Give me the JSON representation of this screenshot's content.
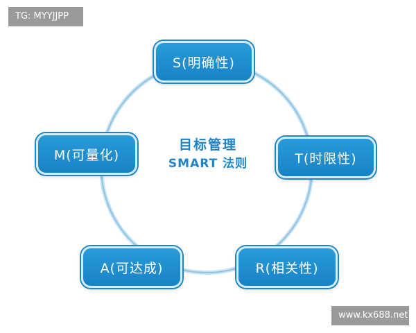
{
  "watermark_top": "TG: MYYJJPP",
  "watermark_bottom": "www.kx688.net",
  "center": {
    "title": "目标管理",
    "subtitle": "SMART 法则"
  },
  "nodes": {
    "s": "S(明确性)",
    "t": "T(时限性)",
    "m": "M(可量化)",
    "a": "A(可达成)",
    "r": "R(相关性)"
  },
  "colors": {
    "node_fill": "#1a8ad0",
    "node_border": "#d6ecf8",
    "ring": "#a9d1ea",
    "center_text": "#1f83c4",
    "watermark_bg": "#9a9a9a"
  }
}
